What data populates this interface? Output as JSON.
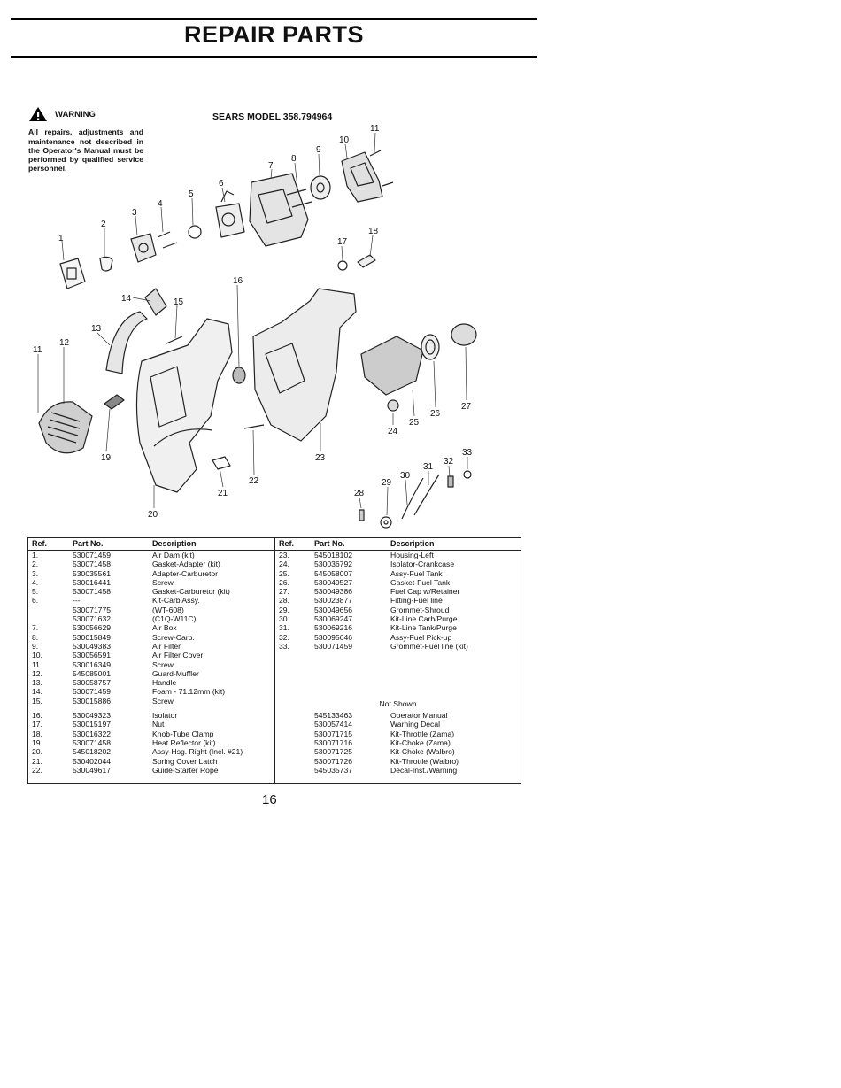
{
  "title": "REPAIR PARTS",
  "warning": {
    "label": "WARNING",
    "text": "All repairs, adjustments and maintenance not described in the Operator's Manual must be performed by qualified service personnel."
  },
  "model": "SEARS MODEL 358.794964",
  "diagram": {
    "callouts": [
      "1",
      "2",
      "3",
      "4",
      "5",
      "6",
      "7",
      "8",
      "9",
      "10",
      "11",
      "11",
      "12",
      "13",
      "14",
      "15",
      "16",
      "17",
      "18",
      "19",
      "20",
      "21",
      "22",
      "23",
      "24",
      "25",
      "26",
      "27",
      "28",
      "29",
      "30",
      "31",
      "32",
      "33"
    ]
  },
  "table": {
    "headers": {
      "ref": "Ref.",
      "part_no": "Part No.",
      "description": "Description"
    },
    "left": [
      {
        "ref": "1.",
        "pn": "530071459",
        "desc": "Air Dam (kit)"
      },
      {
        "ref": "2.",
        "pn": "530071458",
        "desc": "Gasket-Adapter (kit)"
      },
      {
        "ref": "3.",
        "pn": "530035561",
        "desc": "Adapter-Carburetor"
      },
      {
        "ref": "4.",
        "pn": "530016441",
        "desc": "Screw"
      },
      {
        "ref": "5.",
        "pn": "530071458",
        "desc": "Gasket-Carburetor (kit)"
      },
      {
        "ref": "6.",
        "pn": "---",
        "desc": "Kit-Carb Assy."
      },
      {
        "ref": "",
        "pn": "530071775",
        "desc": "(WT-608)"
      },
      {
        "ref": "",
        "pn": "530071632",
        "desc": "(C1Q-W11C)"
      },
      {
        "ref": "7.",
        "pn": "530056629",
        "desc": "Air Box"
      },
      {
        "ref": "8.",
        "pn": "530015849",
        "desc": "Screw-Carb."
      },
      {
        "ref": "9.",
        "pn": "530049383",
        "desc": "Air Filter"
      },
      {
        "ref": "10.",
        "pn": "530056591",
        "desc": "Air Filter Cover"
      },
      {
        "ref": "11.",
        "pn": "530016349",
        "desc": "Screw"
      },
      {
        "ref": "12.",
        "pn": "545085001",
        "desc": "Guard-Muffler"
      },
      {
        "ref": "13.",
        "pn": "530058757",
        "desc": "Handle"
      },
      {
        "ref": "14.",
        "pn": "530071459",
        "desc": "Foam - 71.12mm (kit)"
      },
      {
        "ref": "15.",
        "pn": "530015886",
        "desc": "Screw"
      },
      {
        "ref": "16.",
        "pn": "530049323",
        "desc": "Isolator"
      },
      {
        "ref": "17.",
        "pn": "530015197",
        "desc": "Nut"
      },
      {
        "ref": "18.",
        "pn": "530016322",
        "desc": "Knob-Tube Clamp"
      },
      {
        "ref": "19.",
        "pn": "530071458",
        "desc": "Heat Reflector (kit)"
      },
      {
        "ref": "20.",
        "pn": "545018202",
        "desc": "Assy-Hsg. Right (Incl. #21)"
      },
      {
        "ref": "21.",
        "pn": "530402044",
        "desc": "Spring Cover Latch"
      },
      {
        "ref": "22.",
        "pn": "530049617",
        "desc": "Guide-Starter Rope"
      }
    ],
    "right": [
      {
        "ref": "23.",
        "pn": "545018102",
        "desc": "Housing-Left"
      },
      {
        "ref": "24.",
        "pn": "530036792",
        "desc": "Isolator-Crankcase"
      },
      {
        "ref": "25.",
        "pn": "545058007",
        "desc": "Assy-Fuel Tank"
      },
      {
        "ref": "26.",
        "pn": "530049527",
        "desc": "Gasket-Fuel Tank"
      },
      {
        "ref": "27.",
        "pn": "530049386",
        "desc": "Fuel Cap w/Retainer"
      },
      {
        "ref": "28.",
        "pn": "530023877",
        "desc": "Fitting-Fuel line"
      },
      {
        "ref": "29.",
        "pn": "530049656",
        "desc": "Grommet-Shroud"
      },
      {
        "ref": "30.",
        "pn": "530069247",
        "desc": "Kit-Line Carb/Purge"
      },
      {
        "ref": "31.",
        "pn": "530069216",
        "desc": "Kit-Line Tank/Purge"
      },
      {
        "ref": "32.",
        "pn": "530095646",
        "desc": "Assy-Fuel Pick-up"
      },
      {
        "ref": "33.",
        "pn": "530071459",
        "desc": "Grommet-Fuel line (kit)"
      }
    ],
    "not_shown_label": "Not Shown",
    "not_shown": [
      {
        "pn": "545133463",
        "desc": "Operator Manual"
      },
      {
        "pn": "530057414",
        "desc": "Warning Decal"
      },
      {
        "pn": "530071715",
        "desc": "Kit-Throttle (Zama)"
      },
      {
        "pn": "530071716",
        "desc": "Kit-Choke (Zama)"
      },
      {
        "pn": "530071725",
        "desc": "Kit-Choke (Walbro)"
      },
      {
        "pn": "530071726",
        "desc": "Kit-Throttle (Walbro)"
      },
      {
        "pn": "545035737",
        "desc": "Decal-Inst./Warning"
      }
    ]
  },
  "page_number": "16"
}
